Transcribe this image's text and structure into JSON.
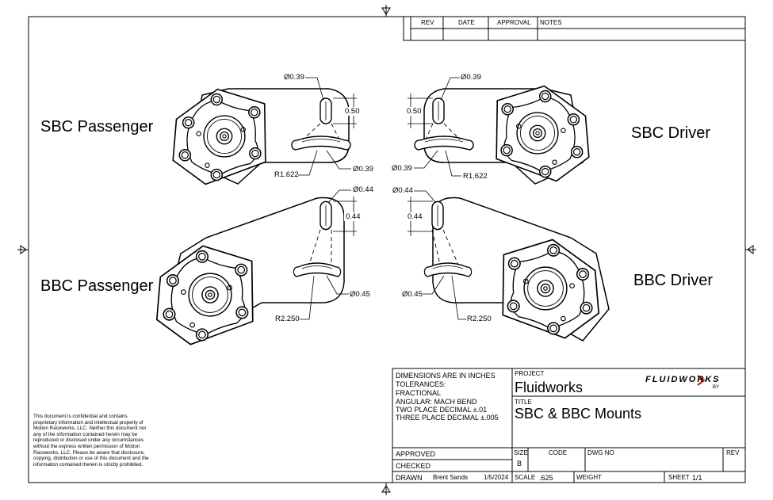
{
  "revision_block": {
    "rev": "REV",
    "date": "DATE",
    "approval": "APPROVAL",
    "notes": "NOTES"
  },
  "views": {
    "sbc_passenger": "SBC Passenger",
    "sbc_driver": "SBC Driver",
    "bbc_passenger": "BBC Passenger",
    "bbc_driver": "BBC Driver"
  },
  "dimensions": {
    "sbc_p_hole_top": "Ø0.39",
    "sbc_p_slot": "0.50",
    "sbc_p_hole_bottom": "Ø0.39",
    "sbc_p_radius": "R1.622",
    "sbc_d_hole_top": "Ø0.39",
    "sbc_d_slot": "0.50",
    "sbc_d_hole_bottom": "Ø0.39",
    "sbc_d_radius": "R1.622",
    "bbc_p_hole_top": "Ø0.44",
    "bbc_p_slot": "0.44",
    "bbc_p_hole_bottom": "Ø0.45",
    "bbc_p_radius": "R2.250",
    "bbc_d_hole_top": "Ø0.44",
    "bbc_d_slot": "0.44",
    "bbc_d_hole_bottom": "Ø0.45",
    "bbc_d_radius": "R2.250"
  },
  "tolerances": {
    "line1": "DIMENSIONS ARE IN INCHES",
    "line2": "TOLERANCES:",
    "line3": "FRACTIONAL",
    "line4": "ANGULAR: MACH BEND",
    "line5": "TWO PLACE DECIMAL ±.01",
    "line6": "THREE PLACE DECIMAL ±.005"
  },
  "title_block": {
    "project_label": "PROJECT",
    "project": "Fluidworks",
    "title_label": "TITLE",
    "title": "SBC & BBC Mounts",
    "logo_text": "FLUIDWORKS",
    "logo_by": "BY",
    "approved_label": "APPROVED",
    "checked_label": "CHECKED",
    "drawn_label": "DRAWN",
    "drawn_by": "Brent Sands",
    "drawn_date": "1/5/2024",
    "size_label": "SIZE",
    "size": "B",
    "code_label": "CODE",
    "dwg_no_label": "DWG NO",
    "rev_label": "REV",
    "scale_label": "SCALE",
    "scale": ".625",
    "weight_label": "WEIGHT",
    "sheet_label": "SHEET",
    "sheet": "1/1"
  },
  "confidential_note": "This document is confidential and contains proprietary information and intellectual property of Motion Raceworks, LLC. Neither this document nor any of the information contained herein may be reproduced or disclosed under any circumstances without the express written permission of Motion Raceworks, LLC. Please be aware that disclosure, copying, distribution or use of this document and the information contained therein is strictly prohibited."
}
